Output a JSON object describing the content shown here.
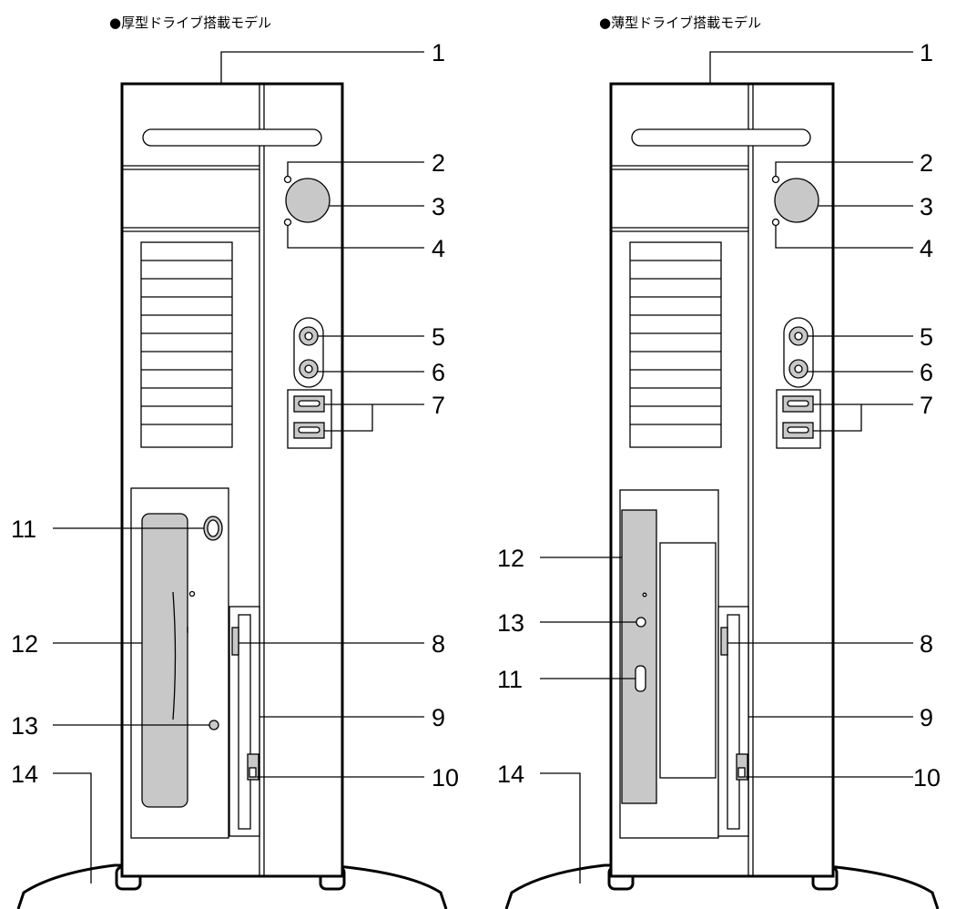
{
  "left_model": {
    "title": "●厚型ドライブ搭載モデル",
    "labels": {
      "l1": "1",
      "l2": "2",
      "l3": "3",
      "l4": "4",
      "l5": "5",
      "l6": "6",
      "l7": "7",
      "l8": "8",
      "l9": "9",
      "l10": "10",
      "l11": "11",
      "l12": "12",
      "l13": "13",
      "l14": "14"
    }
  },
  "right_model": {
    "title": "●薄型ドライブ搭載モデル",
    "labels": {
      "l1": "1",
      "l2": "2",
      "l3": "3",
      "l4": "4",
      "l5": "5",
      "l6": "6",
      "l7": "7",
      "l8": "8",
      "l9": "9",
      "l10": "10",
      "l11": "11",
      "l12": "12",
      "l13": "13",
      "l14": "14"
    }
  }
}
